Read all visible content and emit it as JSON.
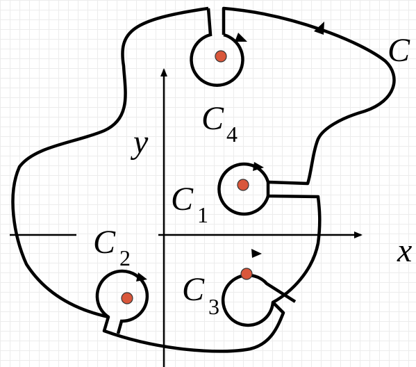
{
  "diagram": {
    "axes": {
      "x_label": "x",
      "y_label": "y"
    },
    "outer_contour": {
      "label": "C"
    },
    "inner_contours": [
      {
        "letter": "C",
        "index": "1"
      },
      {
        "letter": "C",
        "index": "2"
      },
      {
        "letter": "C",
        "index": "3"
      },
      {
        "letter": "C",
        "index": "4"
      }
    ],
    "colors": {
      "stroke": "#000000",
      "singular_point": "#d9573b",
      "grid": "#ececec"
    }
  }
}
